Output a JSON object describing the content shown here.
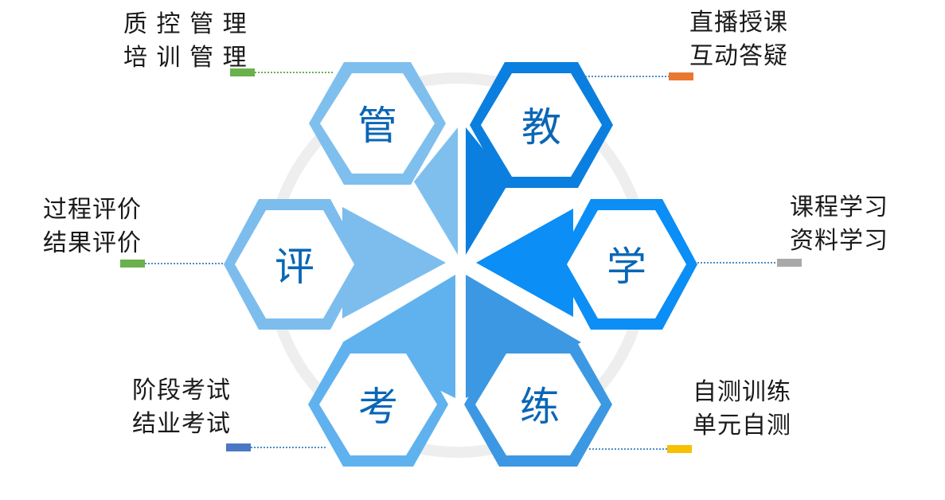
{
  "center_ring_color": "#eeeeee",
  "hexagons": [
    {
      "key": "guan",
      "char": "管",
      "fill": "#7fbfee",
      "lines": [
        "质 控 管 理",
        "培 训 管 理"
      ],
      "marker_color": "#6ab04c"
    },
    {
      "key": "jiao",
      "char": "教",
      "fill": "#0a7fdf",
      "lines": [
        "直播授课",
        "互动答疑"
      ],
      "marker_color": "#e87830"
    },
    {
      "key": "xue",
      "char": "学",
      "fill": "#0b8ef5",
      "lines": [
        "课程学习",
        "资料学习"
      ],
      "marker_color": "#a9a9a9"
    },
    {
      "key": "ping",
      "char": "评",
      "fill": "#7cbdee",
      "lines": [
        "过程评价",
        "结果评价"
      ],
      "marker_color": "#6ab04c"
    },
    {
      "key": "kao",
      "char": "考",
      "fill": "#60b2ef",
      "lines": [
        "阶段考试",
        "结业考试"
      ],
      "marker_color": "#4a78c4"
    },
    {
      "key": "lian",
      "char": "练",
      "fill": "#3c98e2",
      "lines": [
        "自测训练",
        "单元自测"
      ],
      "marker_color": "#f5c100"
    }
  ]
}
